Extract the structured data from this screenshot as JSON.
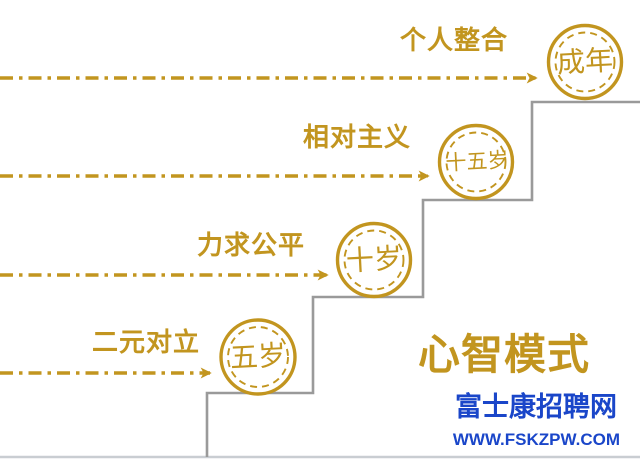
{
  "title": "心智模式",
  "colors": {
    "gold": "#C2951F",
    "stair_gray": "#9A9A9A",
    "blue": "#1A46C9",
    "baseline_gray": "#C9CDD2"
  },
  "stages": [
    {
      "label": "个人整合",
      "age": "成年"
    },
    {
      "label": "相对主义",
      "age": "十五岁"
    },
    {
      "label": "力求公平",
      "age": "十岁"
    },
    {
      "label": "二元对立",
      "age": "五岁"
    }
  ],
  "watermark": {
    "site_name": "富士康招聘网",
    "url": "WWW.FSKZPW.COM"
  }
}
